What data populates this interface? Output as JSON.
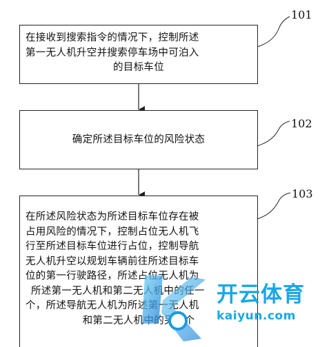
{
  "steps": [
    {
      "id": "101",
      "lines": [
        "在接收到搜索指令的情况下，控制所述",
        "第一无人机升空并搜索停车场中可泊入",
        "的目标车位"
      ]
    },
    {
      "id": "102",
      "lines": [
        "确定所述目标车位的风险状态"
      ]
    },
    {
      "id": "103",
      "lines": [
        "在所述风险状态为所述目标车位存在被",
        "占用风险的情况下，控制占位无人机飞",
        "行至所述目标车位进行占位，控制导航",
        "无人机升空以规划车辆前往所述目标车",
        "位的第一行驶路径，所述占位无人机为",
        "所述第一无人机和第二无人机中的任一",
        "个，所述导航无人机为所述第一无人机",
        "和第二无人机中的另一个"
      ]
    }
  ],
  "watermark": {
    "text": "开云体育",
    "url": "kaiyun.com",
    "color": "#17a8e6"
  },
  "colors": {
    "line": "#222222",
    "text": "#111111"
  }
}
